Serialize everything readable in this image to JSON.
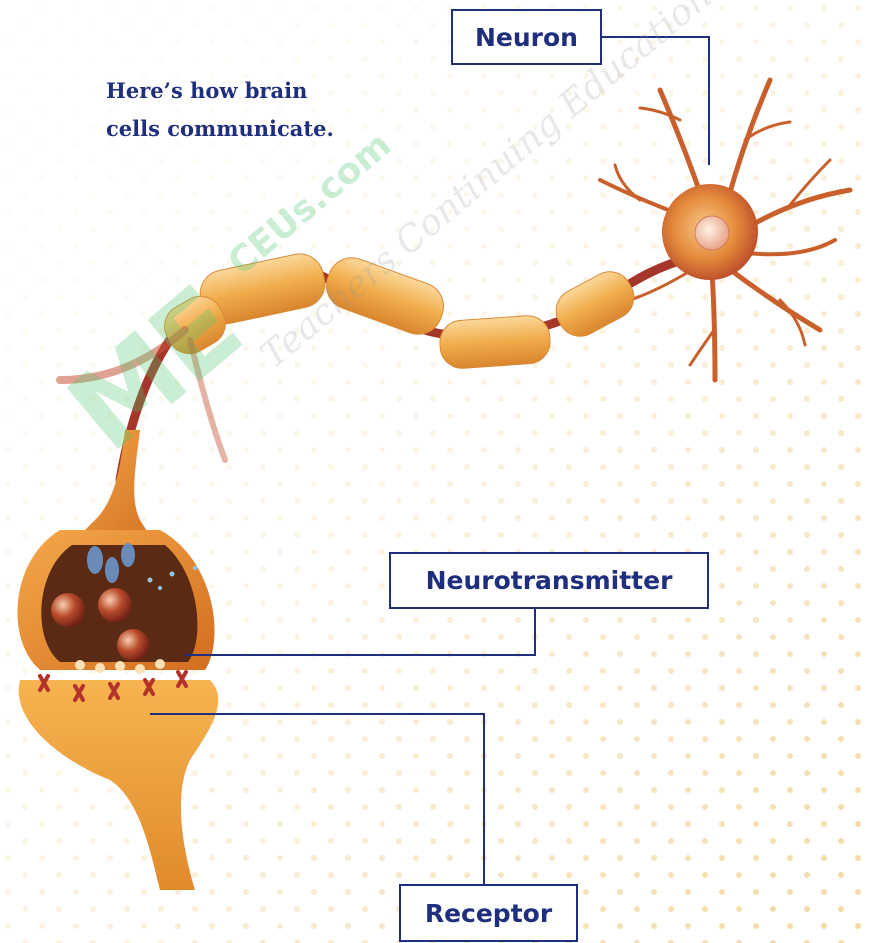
{
  "intro": {
    "line1": "Here’s how brain",
    "line2": "cells communicate."
  },
  "labels": {
    "neuron": "Neuron",
    "neurotransmitter": "Neurotransmitter",
    "receptor": "Receptor"
  },
  "watermark": {
    "brand": "ME",
    "site": "CEUs.com",
    "tagline": "Teachers Continuing Education"
  },
  "colors": {
    "label_navy": "#1f2f7e",
    "neuron_orange": "#e8902a",
    "myelin": "#f0b04e",
    "axon_red": "#a4362a",
    "dots": "#f3d9a3",
    "watermark_green": "#50c86e"
  }
}
